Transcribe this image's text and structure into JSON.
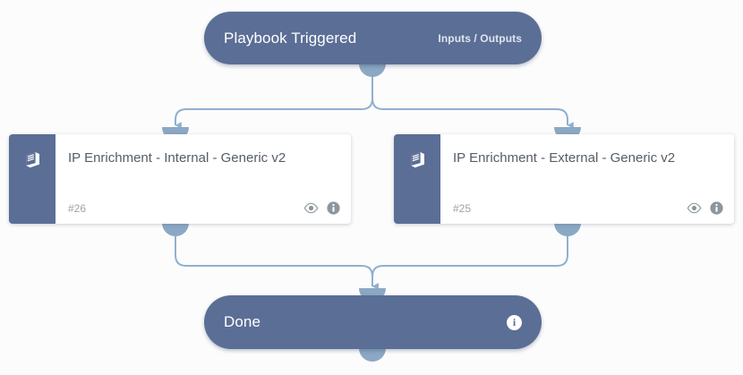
{
  "canvas": {
    "background": "#fcfcfc",
    "node_color": "#5b6e96",
    "edge_color": "#8fb0cf",
    "nub_color": "#8ba8c4"
  },
  "nodes": {
    "trigger": {
      "title": "Playbook Triggered",
      "link_label": "Inputs / Outputs"
    },
    "done": {
      "title": "Done",
      "info_glyph": "i"
    }
  },
  "tasks": [
    {
      "title": "IP Enrichment - Internal - Generic v2",
      "id_label": "#26",
      "type_icon": "book-icon",
      "actions": [
        "eye-icon",
        "info-icon"
      ]
    },
    {
      "title": "IP Enrichment - External - Generic v2",
      "id_label": "#25",
      "type_icon": "book-icon",
      "actions": [
        "eye-icon",
        "info-icon"
      ]
    }
  ]
}
